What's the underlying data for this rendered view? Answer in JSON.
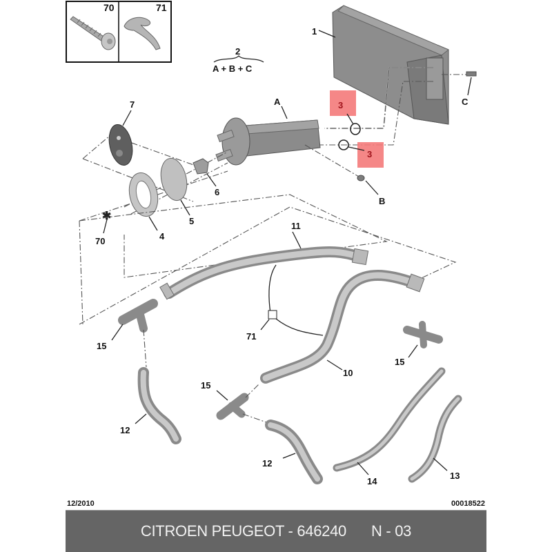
{
  "diagram": {
    "inset_parts": [
      {
        "number": "70",
        "icon": "screw-icon"
      },
      {
        "number": "71",
        "icon": "clip-icon"
      }
    ],
    "kit": {
      "number": "2",
      "contents": "A + B + C"
    },
    "callouts": {
      "heater_core": "1",
      "o_ring_upper": "3",
      "o_ring_lower": "3",
      "pipe_assembly": "A",
      "bolt_b": "B",
      "screw_c": "C",
      "seal_7": "7",
      "clip_6": "6",
      "gasket_5": "5",
      "gasket_4": "4",
      "screw_70": "70",
      "hose_11": "11",
      "clip_71": "71",
      "hose_10": "10",
      "tee_15_left": "15",
      "tee_15_right": "15",
      "tee_15_mid": "15",
      "hose_12_left": "12",
      "hose_12_mid": "12",
      "hose_14": "14",
      "hose_13": "13"
    },
    "highlight_color": "#f47a7a"
  },
  "footer": {
    "date": "12/2010",
    "code": "00018522",
    "brand_part": "CITROEN PEUGEOT - 646240",
    "page": "N - 03"
  }
}
